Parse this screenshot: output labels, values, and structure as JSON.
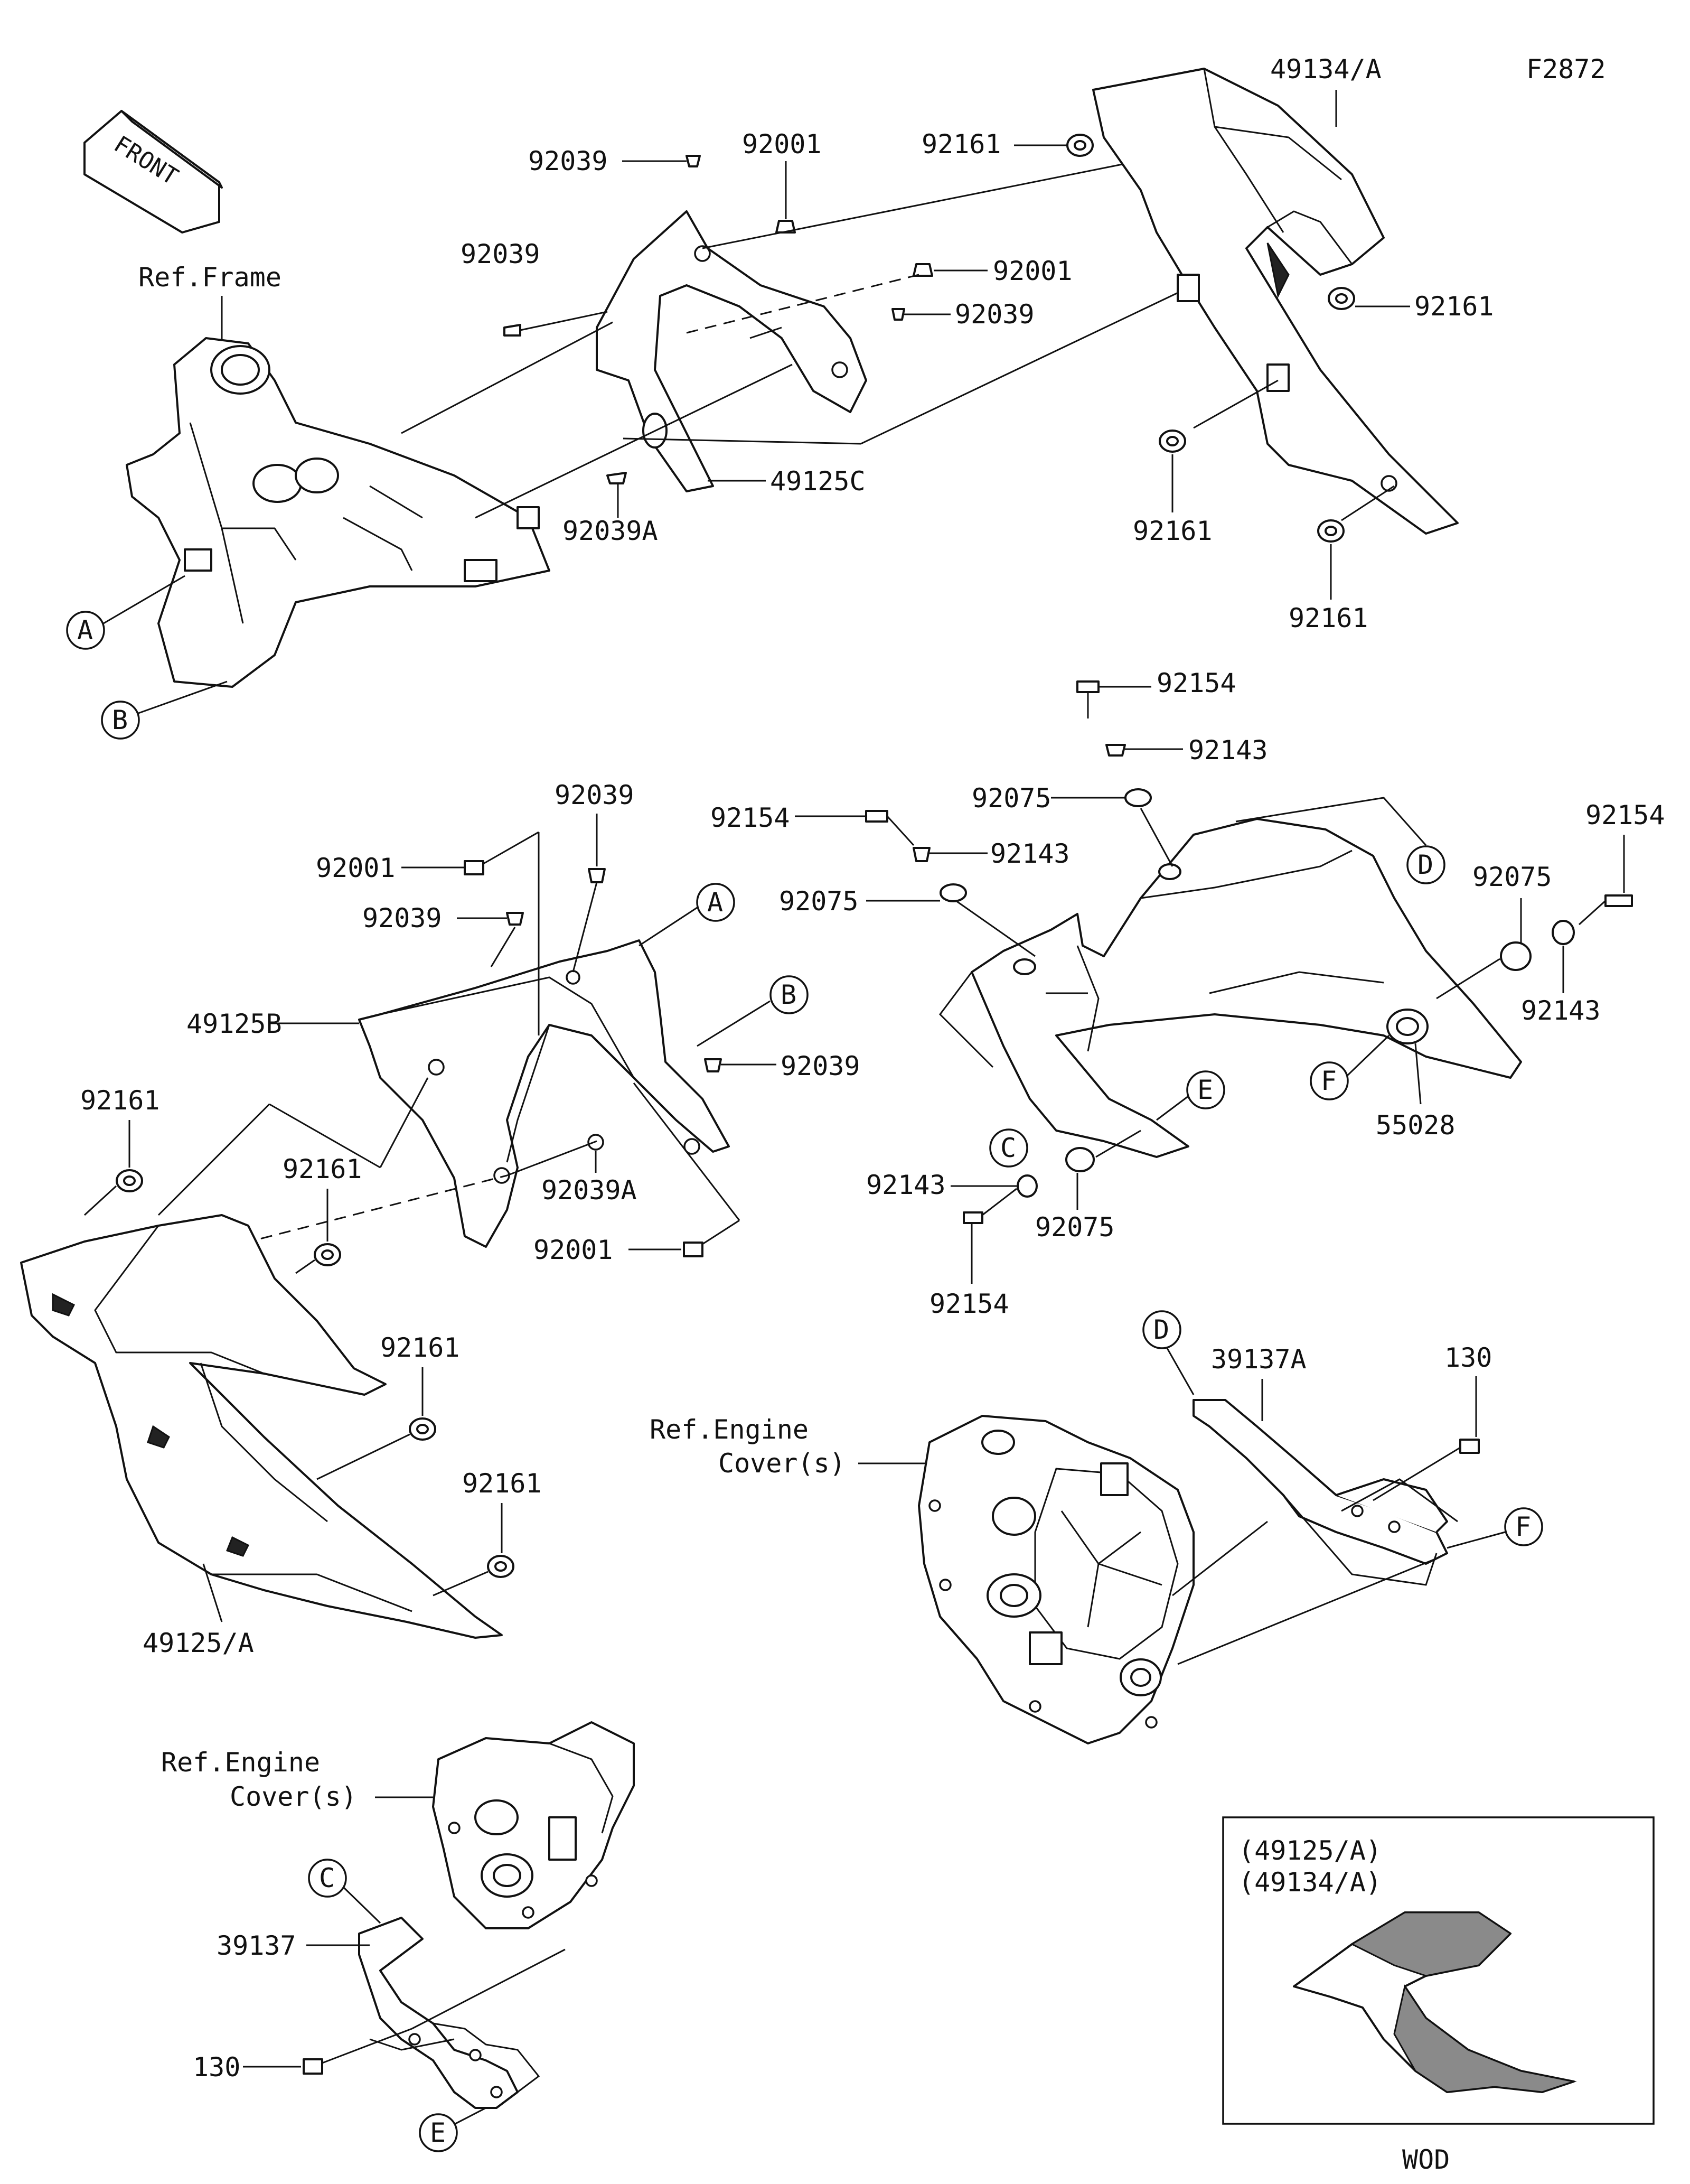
{
  "diagram_code": "F2872",
  "front_arrow": "FRONT",
  "ref_frame": "Ref.Frame",
  "ref_engine_1": [
    "Ref.Engine",
    "Cover(s)"
  ],
  "ref_engine_2": [
    "Ref.Engine",
    "Cover(s)"
  ],
  "callouts": {
    "A": "A",
    "B": "B",
    "C": "C",
    "D": "D",
    "E": "E",
    "F": "F"
  },
  "parts": {
    "p49134A": "49134/A",
    "p92161": "92161",
    "p92039": "92039",
    "p92001": "92001",
    "p49125C": "49125C",
    "p92039A": "92039A",
    "p92154": "92154",
    "p92143": "92143",
    "p92075": "92075",
    "p55028": "55028",
    "p49125B": "49125B",
    "p49125A": "49125/A",
    "p39137A": "39137A",
    "p130": "130",
    "p39137": "39137"
  },
  "inset": {
    "lines": [
      "(49125/A)",
      "(49134/A)"
    ],
    "caption": "WOD"
  }
}
